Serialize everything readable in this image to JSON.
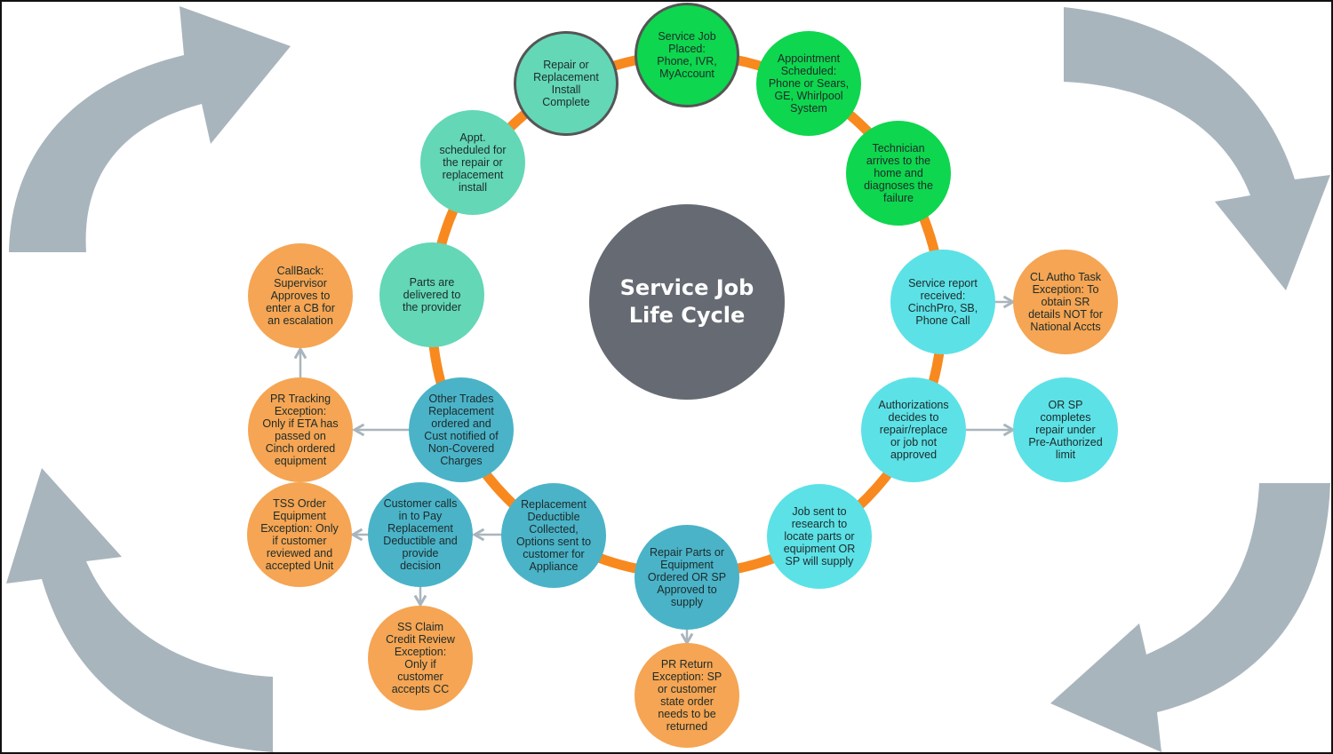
{
  "title": "Service Job\nLife Cycle",
  "colors": {
    "ring": "#f7891f",
    "green": "#0ed64e",
    "cyan": "#5ce1e6",
    "teal": "#4ab3c8",
    "mint": "#63d7b6",
    "orange": "#f5a553",
    "center": "#666a73",
    "cycle_arrows": "#a9b5bd"
  },
  "nodes": [
    {
      "id": "service-job-placed",
      "text": "Service Job\nPlaced:\nPhone, IVR,\nMyAccount",
      "color": "green"
    },
    {
      "id": "appointment-scheduled",
      "text": "Appointment\nScheduled:\nPhone or Sears,\nGE, Whirlpool\nSystem",
      "color": "green"
    },
    {
      "id": "technician-arrives",
      "text": "Technician\narrives to the\nhome and\ndiagnoses the\nfailure",
      "color": "green"
    },
    {
      "id": "service-report-received",
      "text": "Service report\nreceived:\nCinchPro, SB,\nPhone Call",
      "color": "cyan"
    },
    {
      "id": "authorizations-decides",
      "text": "Authorizations\ndecides to\nrepair/replace\nor job not\napproved",
      "color": "cyan"
    },
    {
      "id": "job-sent-to-research",
      "text": "Job sent to\nresearch to\nlocate parts or\nequipment OR\nSP will supply",
      "color": "cyan"
    },
    {
      "id": "repair-parts-ordered",
      "text": "Repair Parts or\nEquipment\nOrdered OR SP\nApproved to\nsupply",
      "color": "teal"
    },
    {
      "id": "replacement-deductible-collected",
      "text": "Replacement\nDeductible\nCollected,\nOptions sent to\ncustomer for\nAppliance",
      "color": "teal"
    },
    {
      "id": "other-trades-replacement",
      "text": "Other Trades\nReplacement\nordered and\nCust notified of\nNon-Covered\nCharges",
      "color": "teal"
    },
    {
      "id": "parts-delivered",
      "text": "Parts are\ndelivered to\nthe provider",
      "color": "mint"
    },
    {
      "id": "appt-scheduled-install",
      "text": "Appt.\nscheduled for\nthe repair or\nreplacement\ninstall",
      "color": "mint"
    },
    {
      "id": "repair-replacement-complete",
      "text": "Repair or\nReplacement\nInstall\nComplete",
      "color": "mint"
    },
    {
      "id": "cl-autho-task-exception",
      "text": "CL Autho Task\nException: To\nobtain SR\ndetails NOT for\nNational Accts",
      "color": "orange"
    },
    {
      "id": "or-sp-completes-repair",
      "text": "OR SP\ncompletes\nrepair under\nPre-Authorized\nlimit",
      "color": "cyan"
    },
    {
      "id": "pr-return-exception",
      "text": "PR Return\nException: SP\nor customer\nstate order\nneeds to be\nreturned",
      "color": "orange"
    },
    {
      "id": "customer-calls-to-pay",
      "text": "Customer calls\nin to Pay\nReplacement\nDeductible and\nprovide\ndecision",
      "color": "teal"
    },
    {
      "id": "ss-claim-credit-review",
      "text": "SS Claim\nCredit Review\nException:\nOnly if\ncustomer\naccepts CC",
      "color": "orange"
    },
    {
      "id": "tss-order-equipment-exception",
      "text": "TSS Order\nEquipment\nException: Only\nif customer\nreviewed and\naccepted Unit",
      "color": "orange"
    },
    {
      "id": "pr-tracking-exception",
      "text": "PR Tracking\nException:\nOnly if ETA has\npassed on\nCinch ordered\nequipment",
      "color": "orange"
    },
    {
      "id": "callback-supervisor",
      "text": "CallBack:\nSupervisor\nApproves to\nenter a CB for\nan escalation",
      "color": "orange"
    }
  ]
}
